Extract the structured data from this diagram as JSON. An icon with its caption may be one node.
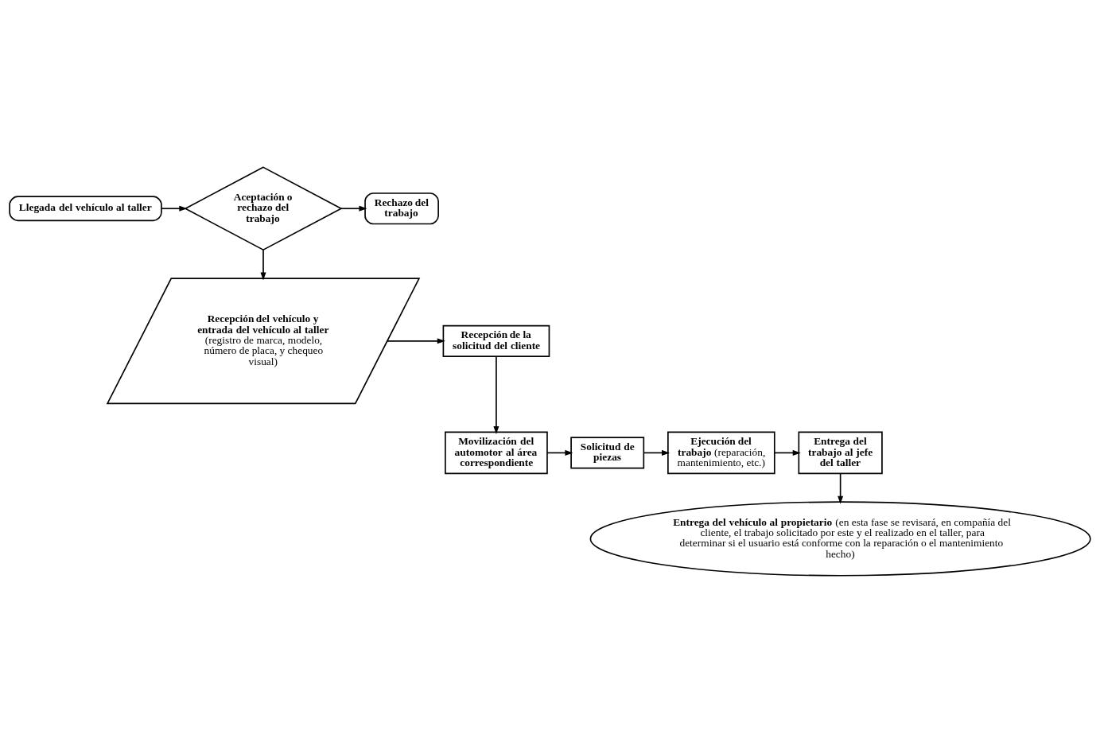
{
  "diagram": {
    "nodes": [
      {
        "text": [
          "Llegada del vehículo al taller"
        ]
      },
      {
        "text": [
          "Aceptación o rechazo del trabajo"
        ]
      },
      {
        "text": [
          "Rechazo del trabajo"
        ]
      },
      {
        "text": [
          "**Recepción del vehículo y entrada del vehículo al taller** (registro de marca, modelo, número de placa, y chequeo visual)"
        ]
      },
      {
        "text": [
          "Recepción de la solicitud del cliente"
        ]
      },
      {
        "text": [
          "Movilización del automotor al área correspondiente"
        ]
      },
      {
        "text": [
          "Solicitud de piezas"
        ]
      },
      {
        "text": [
          "**Ejecución del trabajo** (reparación, mantenimiento, etc.)"
        ]
      },
      {
        "text": [
          "Entrega del trabajo al jefe del taller"
        ]
      },
      {
        "text": [
          "**Entrega del vehículo al propietario** (en esta fase se revisará, en compañía del cliente, el trabajo solicitado por este y el realizado en el taller, para determinar si el usuario está conforme con la reparación o el mantenimiento hecho)"
        ]
      }
    ],
    "edges": [
      {
        "from": 0,
        "to": 1,
        "arrow": "to"
      },
      {
        "from": 1,
        "to": 2,
        "arrow": "to"
      },
      {
        "from": 1,
        "to": 3,
        "arrow": "to"
      },
      {
        "from": 3,
        "to": 4,
        "arrow": "to"
      },
      {
        "from": 4,
        "to": 5,
        "arrow": "to"
      },
      {
        "from": 5,
        "to": 6,
        "arrow": "to"
      },
      {
        "from": 6,
        "to": 7,
        "arrow": "to"
      },
      {
        "from": 7,
        "to": 8,
        "arrow": "to"
      },
      {
        "from": 8,
        "to": 9,
        "arrow": "to"
      }
    ]
  }
}
